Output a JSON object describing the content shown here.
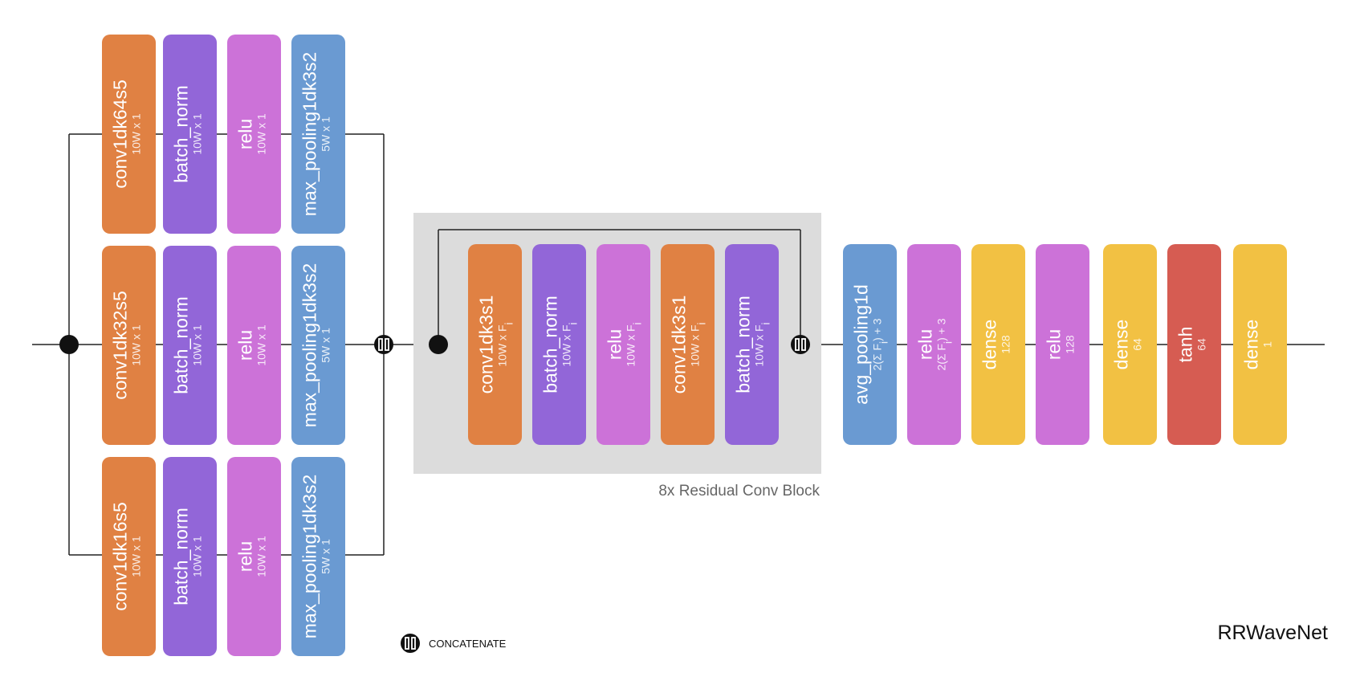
{
  "title": "RRWaveNet",
  "colors": {
    "conv": "#E08143",
    "batch_norm": "#9266D8",
    "relu": "#CC72D8",
    "pool": "#6A9AD2",
    "dense": "#F2C143",
    "tanh": "#D65C52",
    "residual_bg": "#DCDCDC",
    "line": "#222222"
  },
  "branches": [
    [
      {
        "name": "conv1dk64s5",
        "shape": "10W x 1",
        "kind": "conv"
      },
      {
        "name": "batch_norm",
        "shape": "10W x 1",
        "kind": "batch_norm"
      },
      {
        "name": "relu",
        "shape": "10W x 1",
        "kind": "relu"
      },
      {
        "name": "max_pooling1dk3s2",
        "shape": "5W x 1",
        "kind": "pool"
      }
    ],
    [
      {
        "name": "conv1dk32s5",
        "shape": "10W x 1",
        "kind": "conv"
      },
      {
        "name": "batch_norm",
        "shape": "10W x 1",
        "kind": "batch_norm"
      },
      {
        "name": "relu",
        "shape": "10W x 1",
        "kind": "relu"
      },
      {
        "name": "max_pooling1dk3s2",
        "shape": "5W x 1",
        "kind": "pool"
      }
    ],
    [
      {
        "name": "conv1dk16s5",
        "shape": "10W x 1",
        "kind": "conv"
      },
      {
        "name": "batch_norm",
        "shape": "10W x 1",
        "kind": "batch_norm"
      },
      {
        "name": "relu",
        "shape": "10W x 1",
        "kind": "relu"
      },
      {
        "name": "max_pooling1dk3s2",
        "shape": "5W x 1",
        "kind": "pool"
      }
    ]
  ],
  "residual_block": {
    "caption": "8x Residual Conv Block",
    "layers": [
      {
        "name": "conv1dk3s1",
        "shape": "10W x F",
        "sub": "i",
        "kind": "conv"
      },
      {
        "name": "batch_norm",
        "shape": "10W x F",
        "sub": "i",
        "kind": "batch_norm"
      },
      {
        "name": "relu",
        "shape": "10W x F",
        "sub": "i",
        "kind": "relu"
      },
      {
        "name": "conv1dk3s1",
        "shape": "10W x F",
        "sub": "i",
        "kind": "conv"
      },
      {
        "name": "batch_norm",
        "shape": "10W x F",
        "sub": "i",
        "kind": "batch_norm"
      }
    ]
  },
  "head": [
    {
      "name": "avg_pooling1d",
      "shape": "2(Σ F",
      "sub": "i",
      "shape_tail": ") + 3",
      "kind": "pool"
    },
    {
      "name": "relu",
      "shape": "2(Σ F",
      "sub": "i",
      "shape_tail": ") + 3",
      "kind": "relu"
    },
    {
      "name": "dense",
      "shape": "128",
      "kind": "dense"
    },
    {
      "name": "relu",
      "shape": "128",
      "kind": "relu"
    },
    {
      "name": "dense",
      "shape": "64",
      "kind": "dense"
    },
    {
      "name": "tanh",
      "shape": "64",
      "kind": "tanh"
    },
    {
      "name": "dense",
      "shape": "1",
      "kind": "dense"
    }
  ],
  "legend": {
    "symbol_icon": "concatenate-icon",
    "label": "CONCATENATE"
  }
}
